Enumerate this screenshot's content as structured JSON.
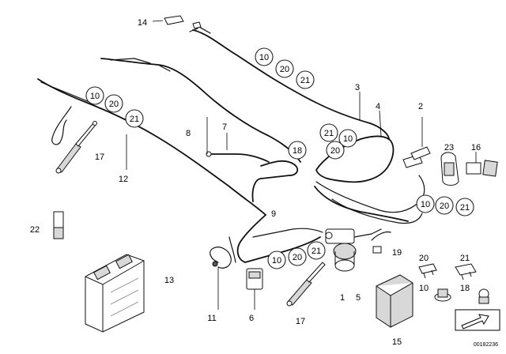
{
  "diagram": {
    "part_numbers": [
      {
        "id": "p14",
        "text": "14"
      },
      {
        "id": "p3",
        "text": "3"
      },
      {
        "id": "p4",
        "text": "4"
      },
      {
        "id": "p2",
        "text": "2"
      },
      {
        "id": "p8",
        "text": "8"
      },
      {
        "id": "p7",
        "text": "7"
      },
      {
        "id": "p23",
        "text": "23"
      },
      {
        "id": "p16",
        "text": "16"
      },
      {
        "id": "p17a",
        "text": "17"
      },
      {
        "id": "p12",
        "text": "12"
      },
      {
        "id": "p9",
        "text": "9"
      },
      {
        "id": "p22",
        "text": "22"
      },
      {
        "id": "p19",
        "text": "19"
      },
      {
        "id": "p13",
        "text": "13"
      },
      {
        "id": "p1",
        "text": "1"
      },
      {
        "id": "p5",
        "text": "5"
      },
      {
        "id": "p11",
        "text": "11"
      },
      {
        "id": "p6",
        "text": "6"
      },
      {
        "id": "p17b",
        "text": "17"
      },
      {
        "id": "p15",
        "text": "15"
      },
      {
        "id": "p20b",
        "text": "20"
      },
      {
        "id": "p21b",
        "text": "21"
      },
      {
        "id": "p10b",
        "text": "10"
      },
      {
        "id": "p18b",
        "text": "18"
      }
    ],
    "circled_numbers": [
      {
        "id": "c10a",
        "text": "10"
      },
      {
        "id": "c20a",
        "text": "20"
      },
      {
        "id": "c21a",
        "text": "21"
      },
      {
        "id": "c10b",
        "text": "10"
      },
      {
        "id": "c20b",
        "text": "20"
      },
      {
        "id": "c21b",
        "text": "21"
      },
      {
        "id": "c21c",
        "text": "21"
      },
      {
        "id": "c10c",
        "text": "10"
      },
      {
        "id": "c20c",
        "text": "20"
      },
      {
        "id": "c18",
        "text": "18"
      },
      {
        "id": "c10d",
        "text": "10"
      },
      {
        "id": "c20d",
        "text": "20"
      },
      {
        "id": "c21d",
        "text": "21"
      },
      {
        "id": "c10e",
        "text": "10"
      },
      {
        "id": "c20e",
        "text": "20"
      },
      {
        "id": "c21e",
        "text": "21"
      }
    ],
    "reference_code": "00182236"
  }
}
